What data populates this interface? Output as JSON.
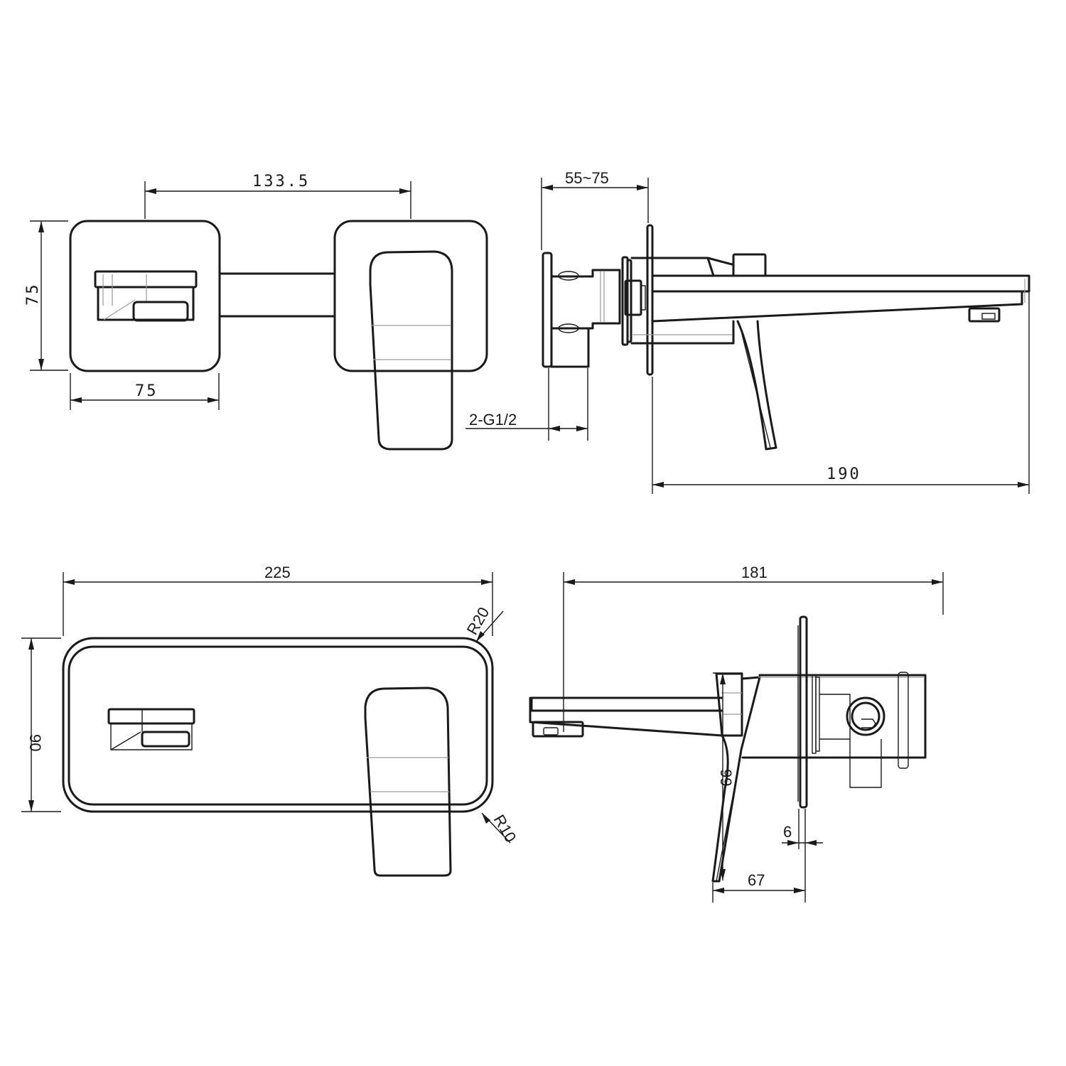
{
  "drawing": {
    "title": "",
    "background": "#ffffff",
    "line_color": "#1a1a1a",
    "views": [
      {
        "id": "front-view-two-piece",
        "description": "Front view of two square plates (spout plate and mixer plate) connected",
        "dimensions": {
          "center_distance": "133.5",
          "plate_height": "75",
          "plate_width": "75"
        }
      },
      {
        "id": "side-view-top",
        "description": "Side view showing wall depth, spout and lever",
        "dimensions": {
          "wall_depth_range": "55~75",
          "inlet_thread": "2-G1/2",
          "spout_projection": "190"
        }
      },
      {
        "id": "front-view-single-plate",
        "description": "Front view of rectangular single backplate",
        "dimensions": {
          "plate_width": "225",
          "plate_height": "90",
          "outer_radius": "R20",
          "inner_radius": "R10"
        }
      },
      {
        "id": "side-view-bottom",
        "description": "Side view of single-plate version",
        "dimensions": {
          "spout_projection": "181",
          "height": "99",
          "plate_thickness": "6",
          "lever_projection": "67"
        }
      }
    ]
  }
}
